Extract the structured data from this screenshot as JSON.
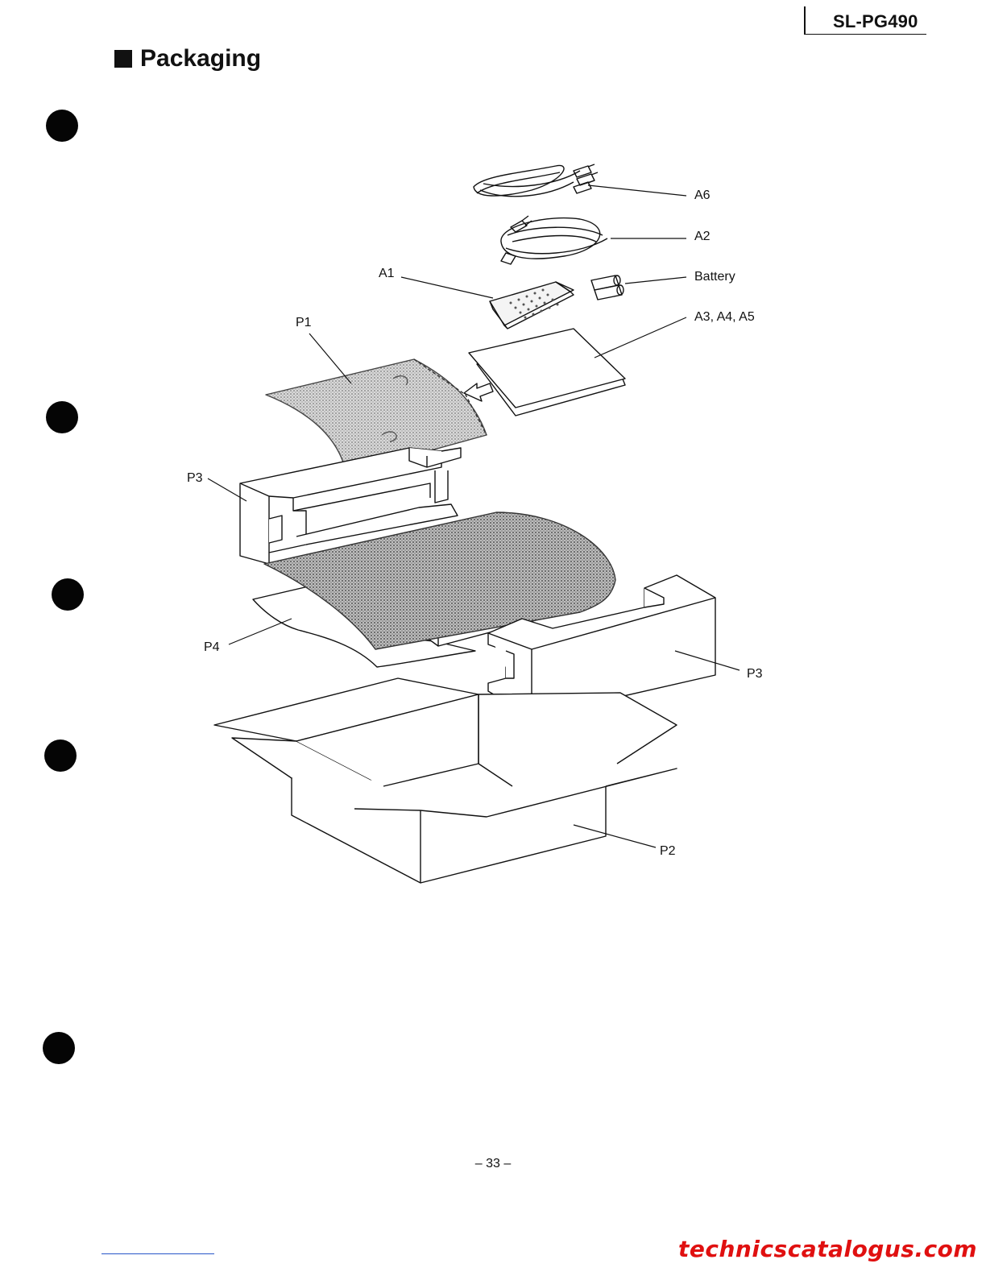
{
  "header": {
    "model": "SL-PG490",
    "section_title": "Packaging"
  },
  "labels": {
    "a6": "A6",
    "a2": "A2",
    "a1": "A1",
    "battery": "Battery",
    "a3_a4_a5": "A3, A4, A5",
    "p1": "P1",
    "p3_left": "P3",
    "p3_right": "P3",
    "p4": "P4",
    "p2": "P2"
  },
  "footer": {
    "page_number": "– 33 –",
    "watermark": "technicscatalogus.com"
  }
}
